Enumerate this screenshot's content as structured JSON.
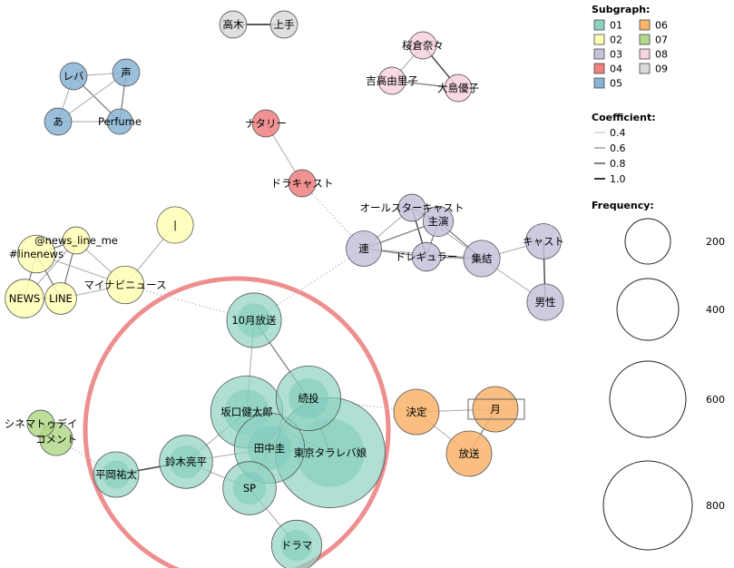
{
  "legend": {
    "subgraph_title": "Subgraph:",
    "subgraphs": [
      {
        "id": "01",
        "color": "#8ed1c2"
      },
      {
        "id": "02",
        "color": "#ffffb5"
      },
      {
        "id": "03",
        "color": "#c6c2dc"
      },
      {
        "id": "04",
        "color": "#f08080"
      },
      {
        "id": "05",
        "color": "#88b4d4"
      },
      {
        "id": "06",
        "color": "#f9b36a"
      },
      {
        "id": "07",
        "color": "#b3d98a"
      },
      {
        "id": "08",
        "color": "#f9d2e2"
      },
      {
        "id": "09",
        "color": "#d9d9d9"
      }
    ],
    "coefficient_title": "Coefficient:",
    "coefficients": [
      "0.4",
      "0.6",
      "0.8",
      "1.0"
    ],
    "frequency_title": "Frequency:",
    "frequencies": [
      "200",
      "400",
      "600",
      "800"
    ]
  },
  "nodes": [
    {
      "id": "takagi",
      "label": "高木",
      "group": "09",
      "freq": 30
    },
    {
      "id": "jouzu",
      "label": "上手",
      "group": "09",
      "freq": 30
    },
    {
      "id": "sakura",
      "label": "桜倉奈々",
      "group": "08",
      "freq": 30
    },
    {
      "id": "yoshitaka",
      "label": "吉高由里子",
      "group": "08",
      "freq": 30
    },
    {
      "id": "oshima",
      "label": "大島優子",
      "group": "08",
      "freq": 30
    },
    {
      "id": "reba",
      "label": "レバ",
      "group": "05",
      "freq": 30
    },
    {
      "id": "koe",
      "label": "声",
      "group": "05",
      "freq": 30
    },
    {
      "id": "a",
      "label": "あ",
      "group": "05",
      "freq": 30
    },
    {
      "id": "perfume",
      "label": "Perfume",
      "group": "05",
      "freq": 25
    },
    {
      "id": "natalie",
      "label": "ナタリー",
      "group": "04",
      "freq": 30
    },
    {
      "id": "dracast",
      "label": "ドラキャスト",
      "group": "04",
      "freq": 30
    },
    {
      "id": "allstar",
      "label": "オールスターキャスト",
      "group": "03",
      "freq": 30
    },
    {
      "id": "shuen",
      "label": "主演",
      "group": "03",
      "freq": 40
    },
    {
      "id": "ren",
      "label": "連",
      "group": "03",
      "freq": 60
    },
    {
      "id": "dregular",
      "label": "ドレギュラー",
      "group": "03",
      "freq": 35
    },
    {
      "id": "shuketsu",
      "label": "集結",
      "group": "03",
      "freq": 65
    },
    {
      "id": "cast",
      "label": "キャスト",
      "group": "03",
      "freq": 60
    },
    {
      "id": "dansei",
      "label": "男性",
      "group": "03",
      "freq": 65
    },
    {
      "id": "bar",
      "label": "|",
      "group": "02",
      "freq": 65
    },
    {
      "id": "newslineme",
      "label": "@news_line_me",
      "group": "02",
      "freq": 30
    },
    {
      "id": "linenews",
      "label": "#linenews",
      "group": "02",
      "freq": 70
    },
    {
      "id": "news",
      "label": "NEWS",
      "group": "02",
      "freq": 75
    },
    {
      "id": "line",
      "label": "LINE",
      "group": "02",
      "freq": 45
    },
    {
      "id": "mynavi",
      "label": "マイナビニュース",
      "group": "02",
      "freq": 70
    },
    {
      "id": "juugatsu",
      "label": "10月放送",
      "group": "01",
      "freq": 170
    },
    {
      "id": "sakaguchi",
      "label": "坂口健太郎",
      "group": "01",
      "freq": 320
    },
    {
      "id": "zokuto",
      "label": "続投",
      "group": "01",
      "freq": 250
    },
    {
      "id": "tanaka",
      "label": "田中圭",
      "group": "01",
      "freq": 300
    },
    {
      "id": "tokyo",
      "label": "東京タラレバ娘",
      "group": "01",
      "freq": 800
    },
    {
      "id": "suzuki",
      "label": "鈴木亮平",
      "group": "01",
      "freq": 160
    },
    {
      "id": "hiraoka",
      "label": "平岡祐太",
      "group": "01",
      "freq": 110
    },
    {
      "id": "sp",
      "label": "SP",
      "group": "01",
      "freq": 160
    },
    {
      "id": "drama",
      "label": "ドラマ",
      "group": "01",
      "freq": 140
    },
    {
      "id": "kettei",
      "label": "決定",
      "group": "06",
      "freq": 110
    },
    {
      "id": "tsuki",
      "label": "月",
      "group": "06",
      "freq": 110
    },
    {
      "id": "housou",
      "label": "放送",
      "group": "06",
      "freq": 110
    },
    {
      "id": "cinema",
      "label": "シネマトゥデイ",
      "group": "07",
      "freq": 30
    },
    {
      "id": "comment",
      "label": "コメント",
      "group": "07",
      "freq": 50
    }
  ],
  "edges": [
    {
      "from": "takagi",
      "to": "jouzu",
      "coef": 1.0
    },
    {
      "from": "sakura",
      "to": "yoshitaka",
      "coef": 0.5
    },
    {
      "from": "sakura",
      "to": "oshima",
      "coef": 0.8
    },
    {
      "from": "yoshitaka",
      "to": "oshima",
      "coef": 0.6
    },
    {
      "from": "reba",
      "to": "koe",
      "coef": 0.5
    },
    {
      "from": "reba",
      "to": "a",
      "coef": 0.4
    },
    {
      "from": "reba",
      "to": "perfume",
      "coef": 0.6
    },
    {
      "from": "koe",
      "to": "a",
      "coef": 0.5
    },
    {
      "from": "koe",
      "to": "perfume",
      "coef": 0.7
    },
    {
      "from": "a",
      "to": "perfume",
      "coef": 0.4
    },
    {
      "from": "natalie",
      "to": "dracast",
      "coef": 0.4
    },
    {
      "from": "allstar",
      "to": "shuen",
      "coef": 0.6
    },
    {
      "from": "allstar",
      "to": "ren",
      "coef": 0.5
    },
    {
      "from": "allstar",
      "to": "dregular",
      "coef": 0.8
    },
    {
      "from": "allstar",
      "to": "shuketsu",
      "coef": 0.5
    },
    {
      "from": "shuen",
      "to": "ren",
      "coef": 0.6
    },
    {
      "from": "shuen",
      "to": "dregular",
      "coef": 0.7
    },
    {
      "from": "shuen",
      "to": "shuketsu",
      "coef": 0.6
    },
    {
      "from": "ren",
      "to": "dregular",
      "coef": 0.7
    },
    {
      "from": "ren",
      "to": "shuketsu",
      "coef": 0.5
    },
    {
      "from": "dregular",
      "to": "shuketsu",
      "coef": 0.7
    },
    {
      "from": "shuketsu",
      "to": "cast",
      "coef": 0.5
    },
    {
      "from": "cast",
      "to": "dansei",
      "coef": 0.8
    },
    {
      "from": "shuketsu",
      "to": "dansei",
      "coef": 0.5
    },
    {
      "from": "bar",
      "to": "mynavi",
      "coef": 0.4
    },
    {
      "from": "newslineme",
      "to": "linenews",
      "coef": 0.6
    },
    {
      "from": "newslineme",
      "to": "news",
      "coef": 0.5
    },
    {
      "from": "newslineme",
      "to": "line",
      "coef": 0.6
    },
    {
      "from": "newslineme",
      "to": "mynavi",
      "coef": 0.4
    },
    {
      "from": "linenews",
      "to": "news",
      "coef": 0.6
    },
    {
      "from": "linenews",
      "to": "line",
      "coef": 0.6
    },
    {
      "from": "linenews",
      "to": "mynavi",
      "coef": 0.4
    },
    {
      "from": "news",
      "to": "line",
      "coef": 0.7
    },
    {
      "from": "line",
      "to": "mynavi",
      "coef": 0.5
    },
    {
      "from": "juugatsu",
      "to": "sakaguchi",
      "coef": 0.4
    },
    {
      "from": "juugatsu",
      "to": "zokuto",
      "coef": 0.6
    },
    {
      "from": "sakaguchi",
      "to": "tanaka",
      "coef": 0.5
    },
    {
      "from": "sakaguchi",
      "to": "tokyo",
      "coef": 0.5
    },
    {
      "from": "sakaguchi",
      "to": "suzuki",
      "coef": 0.5
    },
    {
      "from": "zokuto",
      "to": "tanaka",
      "coef": 0.6
    },
    {
      "from": "zokuto",
      "to": "tokyo",
      "coef": 0.6
    },
    {
      "from": "tanaka",
      "to": "tokyo",
      "coef": 0.6
    },
    {
      "from": "tanaka",
      "to": "suzuki",
      "coef": 0.5
    },
    {
      "from": "tanaka",
      "to": "sp",
      "coef": 0.5
    },
    {
      "from": "suzuki",
      "to": "hiraoka",
      "coef": 0.8
    },
    {
      "from": "suzuki",
      "to": "sp",
      "coef": 0.4
    },
    {
      "from": "sp",
      "to": "drama",
      "coef": 0.4
    },
    {
      "from": "kettei",
      "to": "tsuki",
      "coef": 0.4
    },
    {
      "from": "kettei",
      "to": "housou",
      "coef": 0.5
    },
    {
      "from": "tsuki",
      "to": "housou",
      "coef": 0.6
    },
    {
      "from": "cinema",
      "to": "comment",
      "coef": 0.6
    }
  ],
  "dotted_edges": [
    {
      "from": "dracast",
      "to": "ren"
    },
    {
      "from": "ren",
      "to": "juugatsu"
    },
    {
      "from": "mynavi",
      "to": "juugatsu"
    },
    {
      "from": "zokuto",
      "to": "kettei"
    },
    {
      "from": "comment",
      "to": "hiraoka"
    }
  ]
}
